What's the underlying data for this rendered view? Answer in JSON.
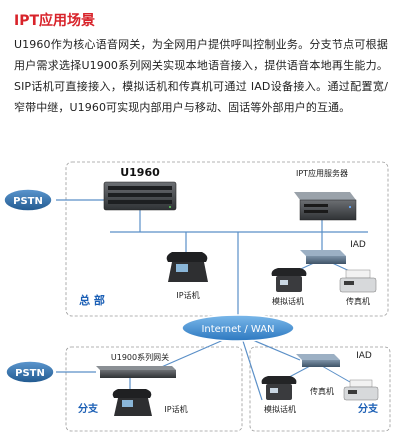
{
  "title": "IPT应用场景",
  "paragraph": "U1960作为核心语音网关，为全网用户提供呼叫控制业务。分支节点可根据用户需求选择U1900系列网关实现本地语音接入，提供语音本地再生能力。SIP话机可直接接入，模拟话机和传真机可通过 IAD设备接入。通过配置宽/窄带中继，U1960可实现内部用户与移动、固话等外部用户的互通。",
  "diagram": {
    "hq": {
      "pstn": "PSTN",
      "gateway": "U1960",
      "server": "IPT应用服务器",
      "iad": "IAD",
      "ip_phone": "IP话机",
      "analog_phone": "模拟话机",
      "fax": "传真机",
      "site_label": "总  部"
    },
    "wan": "Internet / WAN",
    "branch1": {
      "pstn": "PSTN",
      "gateway": "U1900系列网关",
      "ip_phone": "IP话机",
      "site_label": "分支"
    },
    "branch2": {
      "iad": "IAD",
      "analog_phone": "模拟话机",
      "fax": "传真机",
      "site_label": "分支"
    },
    "colors": {
      "title": "#d8232a",
      "pstn_fill": "#2f6fa8",
      "wan_fill": "#3f8fd2",
      "site_label": "#1b5fb5",
      "link": "#5a8fc7"
    }
  }
}
